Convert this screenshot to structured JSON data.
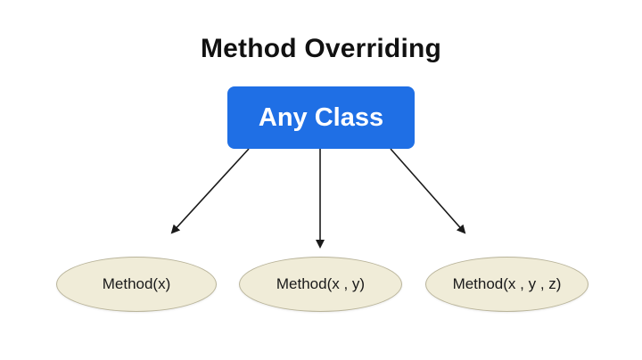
{
  "title": "Method Overriding",
  "root": {
    "label": "Any Class",
    "color": "#1f6fe5"
  },
  "children": [
    {
      "label": "Method(x)"
    },
    {
      "label": "Method(x , y)"
    },
    {
      "label": "Method(x , y , z)"
    }
  ],
  "colors": {
    "child_fill": "#f0ecd8",
    "child_border": "#b9b49a",
    "arrow": "#1a1a1a"
  }
}
